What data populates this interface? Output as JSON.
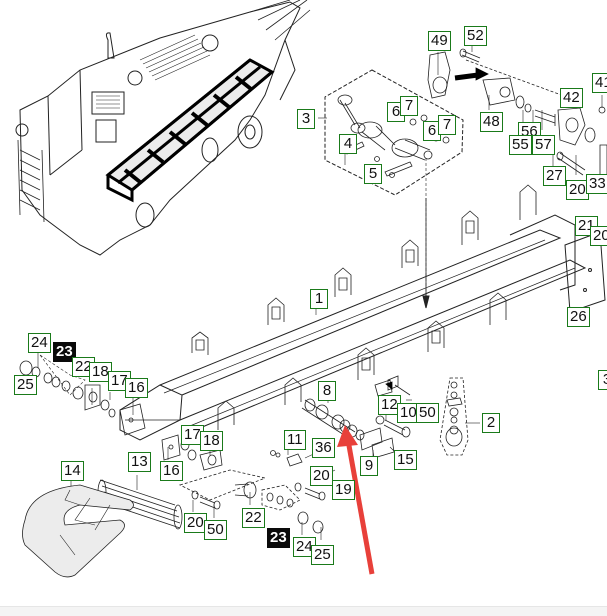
{
  "diagram": {
    "title": "Conveyor frame assembly – exploded parts view",
    "colors": {
      "callout_border": "#1a7a1a",
      "callout_dark": "#0a0a0a",
      "arrow": "#e8403a",
      "line": "#222222"
    },
    "callouts": [
      {
        "id": "c49",
        "label": "49",
        "style": "normal"
      },
      {
        "id": "c52",
        "label": "52",
        "style": "normal"
      },
      {
        "id": "c41",
        "label": "41",
        "style": "normal"
      },
      {
        "id": "c42",
        "label": "42",
        "style": "normal"
      },
      {
        "id": "c3",
        "label": "3",
        "style": "normal"
      },
      {
        "id": "c6a",
        "label": "6",
        "style": "normal"
      },
      {
        "id": "c7a",
        "label": "7",
        "style": "normal"
      },
      {
        "id": "c6b",
        "label": "6",
        "style": "normal"
      },
      {
        "id": "c7b",
        "label": "7",
        "style": "normal"
      },
      {
        "id": "c4",
        "label": "4",
        "style": "normal"
      },
      {
        "id": "c5",
        "label": "5",
        "style": "normal"
      },
      {
        "id": "c48",
        "label": "48",
        "style": "normal"
      },
      {
        "id": "c56",
        "label": "56",
        "style": "normal"
      },
      {
        "id": "c55",
        "label": "55",
        "style": "normal"
      },
      {
        "id": "c57",
        "label": "57",
        "style": "normal"
      },
      {
        "id": "c27",
        "label": "27",
        "style": "normal"
      },
      {
        "id": "c20a",
        "label": "20",
        "style": "normal"
      },
      {
        "id": "c33",
        "label": "33",
        "style": "normal"
      },
      {
        "id": "c21",
        "label": "21",
        "style": "normal"
      },
      {
        "id": "c20b",
        "label": "20",
        "style": "normal"
      },
      {
        "id": "c26",
        "label": "26",
        "style": "normal"
      },
      {
        "id": "c1",
        "label": "1",
        "style": "normal"
      },
      {
        "id": "c3b",
        "label": "3",
        "style": "normal"
      },
      {
        "id": "c24a",
        "label": "24",
        "style": "normal"
      },
      {
        "id": "c23a",
        "label": "23",
        "style": "dark"
      },
      {
        "id": "c22a",
        "label": "22",
        "style": "normal"
      },
      {
        "id": "c18a",
        "label": "18",
        "style": "normal"
      },
      {
        "id": "c17a",
        "label": "17",
        "style": "normal"
      },
      {
        "id": "c16a",
        "label": "16",
        "style": "normal"
      },
      {
        "id": "c25a",
        "label": "25",
        "style": "normal"
      },
      {
        "id": "c8",
        "label": "8",
        "style": "normal"
      },
      {
        "id": "c12",
        "label": "12",
        "style": "normal"
      },
      {
        "id": "c10",
        "label": "10",
        "style": "normal"
      },
      {
        "id": "c50a",
        "label": "50",
        "style": "normal"
      },
      {
        "id": "c2",
        "label": "2",
        "style": "normal"
      },
      {
        "id": "c17b",
        "label": "17",
        "style": "normal"
      },
      {
        "id": "c18b",
        "label": "18",
        "style": "normal"
      },
      {
        "id": "c11",
        "label": "11",
        "style": "normal"
      },
      {
        "id": "c36",
        "label": "36",
        "style": "normal"
      },
      {
        "id": "c9",
        "label": "9",
        "style": "normal"
      },
      {
        "id": "c15",
        "label": "15",
        "style": "normal"
      },
      {
        "id": "c14",
        "label": "14",
        "style": "normal"
      },
      {
        "id": "c13",
        "label": "13",
        "style": "normal"
      },
      {
        "id": "c16b",
        "label": "16",
        "style": "normal"
      },
      {
        "id": "c20c",
        "label": "20",
        "style": "normal"
      },
      {
        "id": "c19",
        "label": "19",
        "style": "normal"
      },
      {
        "id": "c22b",
        "label": "22",
        "style": "normal"
      },
      {
        "id": "c20d",
        "label": "20",
        "style": "normal"
      },
      {
        "id": "c50b",
        "label": "50",
        "style": "normal"
      },
      {
        "id": "c23b",
        "label": "23",
        "style": "dark"
      },
      {
        "id": "c24b",
        "label": "24",
        "style": "normal"
      },
      {
        "id": "c25b",
        "label": "25",
        "style": "normal"
      }
    ]
  }
}
